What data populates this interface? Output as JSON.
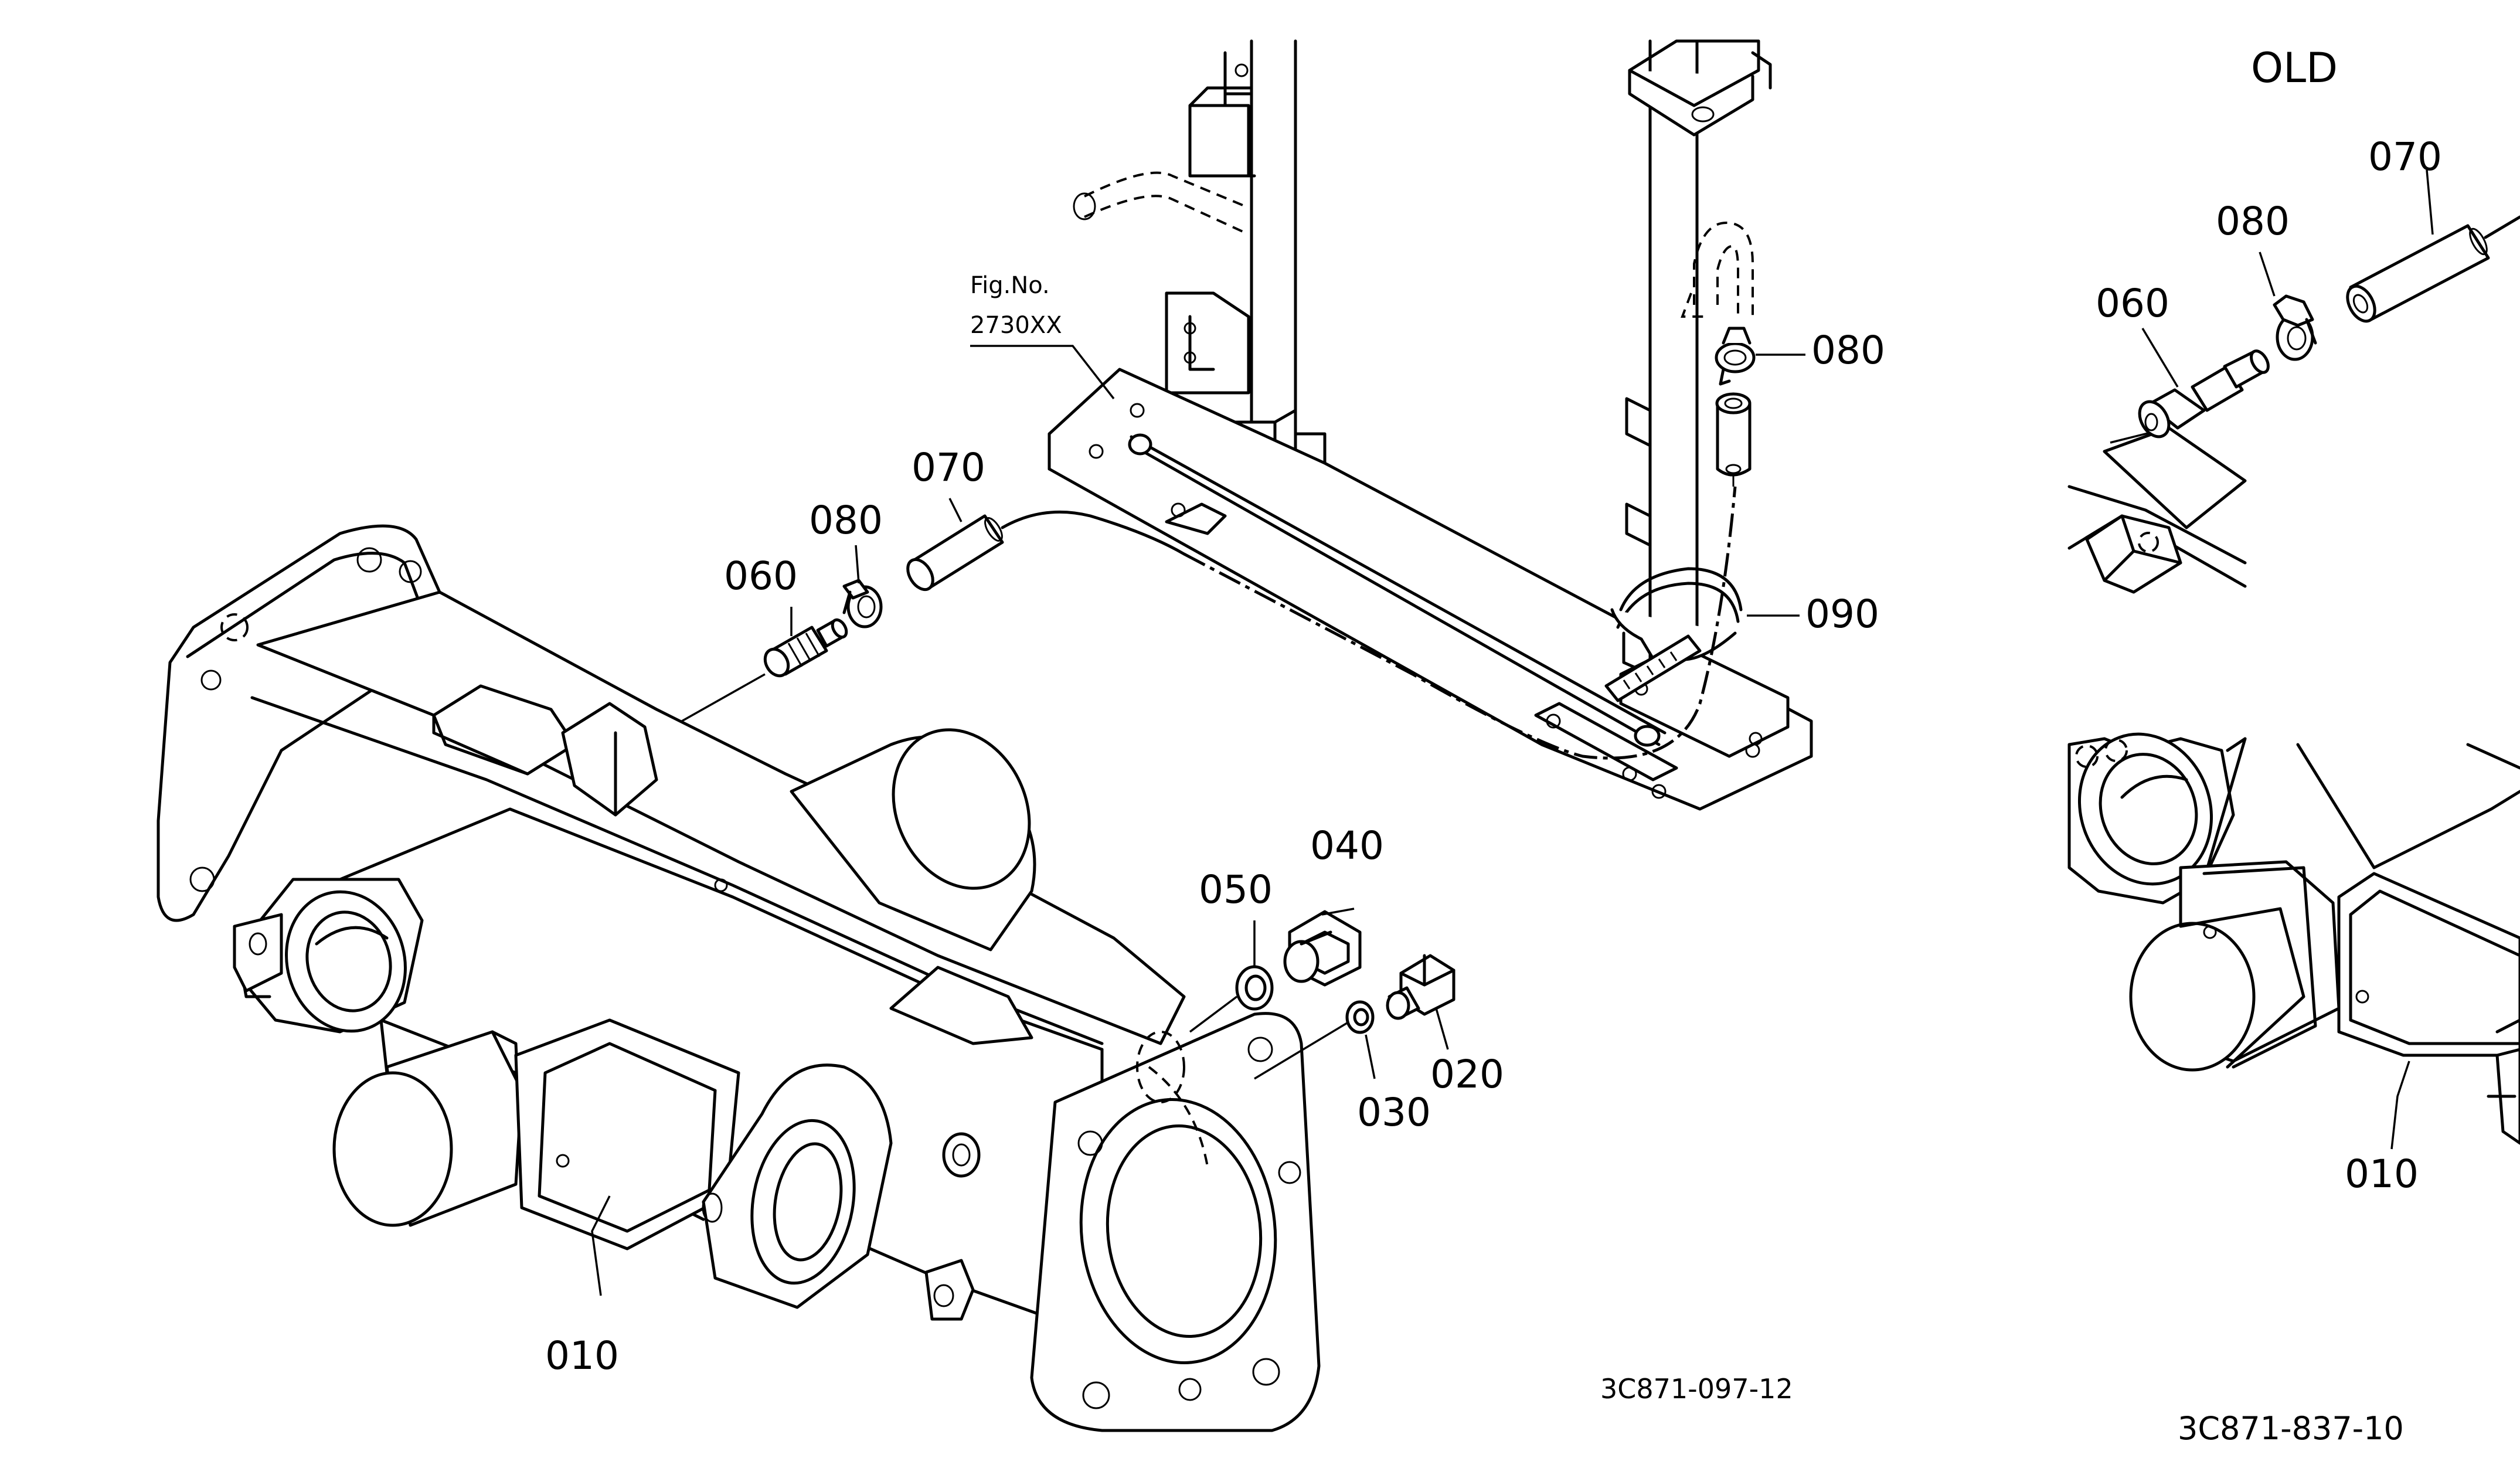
{
  "labels": {
    "p010_main": "010",
    "p010_old": "010",
    "p020": "020",
    "p030": "030",
    "p040": "040",
    "p050": "050",
    "p060_main": "060",
    "p060_old": "060",
    "p070_main": "070",
    "p070_old": "070",
    "p080_main": "080",
    "p080_upper": "080",
    "p080_old": "080",
    "p090": "090"
  },
  "figure_ref": {
    "line1": "Fig.No.",
    "line2": "2730XX"
  },
  "old_heading": "OLD",
  "drawing_codes": {
    "main": "3C871-097-12",
    "old": "3C871-837-10"
  }
}
